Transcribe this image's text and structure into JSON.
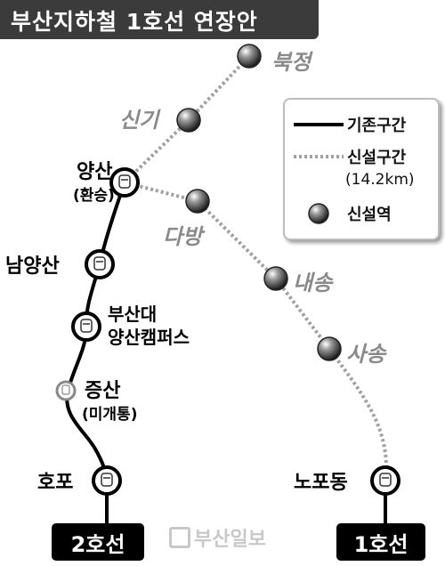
{
  "title": "부산지하철 1호선 연장안",
  "stations": {
    "yangsan": {
      "name": "양산",
      "sub": "(환승)"
    },
    "namyangsan": {
      "name": "남양산"
    },
    "pnu": {
      "name1": "부산대",
      "name2": "양산캠퍼스"
    },
    "jeungsan": {
      "name": "증산",
      "sub": "(미개통)"
    },
    "hopo": {
      "name": "호포"
    },
    "nopodong": {
      "name": "노포동"
    },
    "bukjeong": {
      "name": "북정"
    },
    "singi": {
      "name": "신기"
    },
    "dabang": {
      "name": "다방"
    },
    "naesong": {
      "name": "내송"
    },
    "sasong": {
      "name": "사송"
    }
  },
  "legend": {
    "existing": "기존구간",
    "new_section": "신설구간",
    "new_length": "(14.2km)",
    "new_station": "신설역"
  },
  "lines": {
    "line2": "2호선",
    "line1": "1호선"
  },
  "watermark": "부산일보",
  "colors": {
    "existing_line": "#000000",
    "new_line": "#a0a0a0",
    "title_bg": "#3b3b3b"
  }
}
